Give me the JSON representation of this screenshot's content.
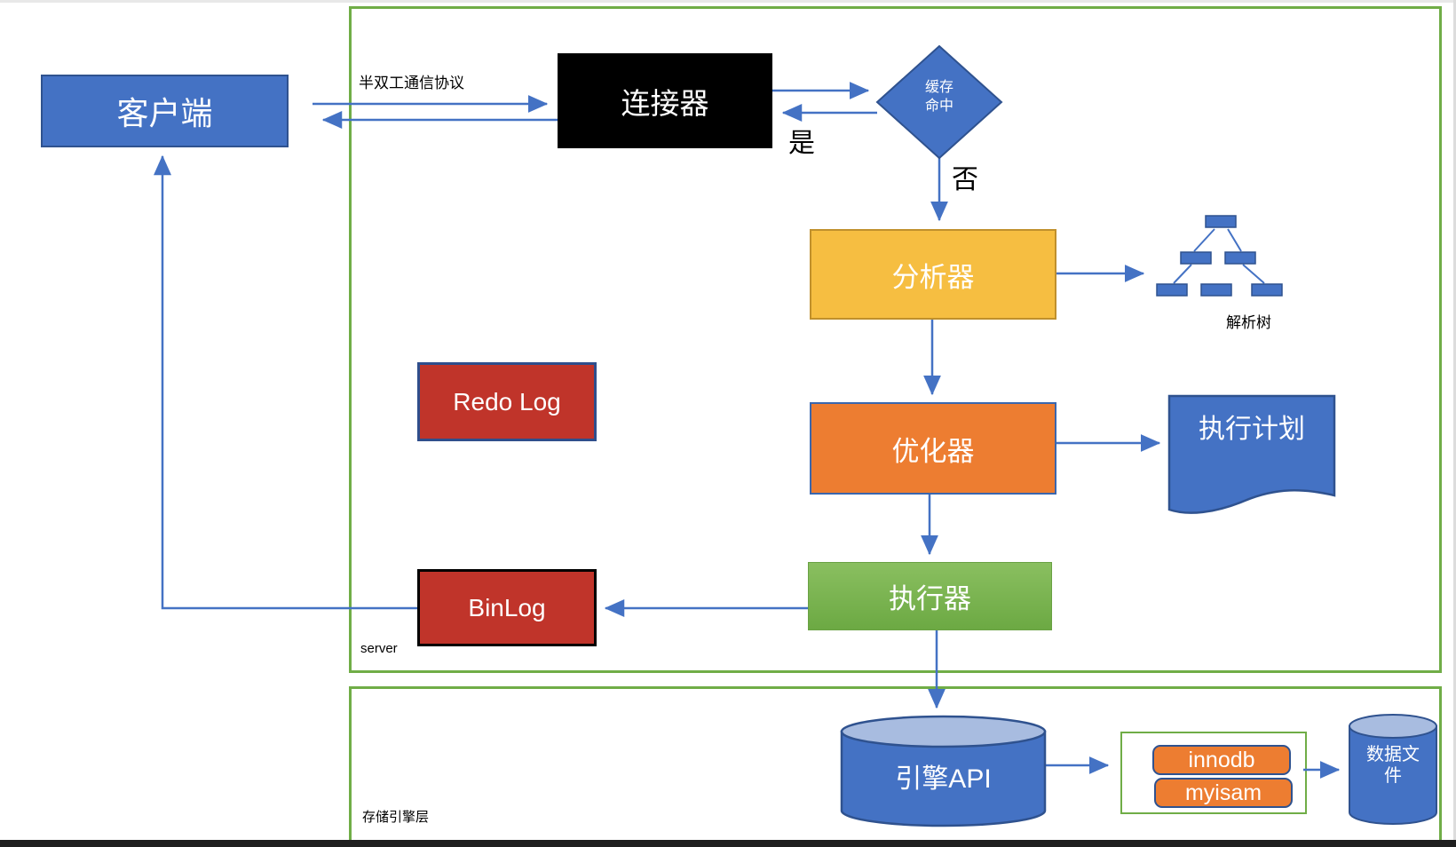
{
  "colors": {
    "accent_blue": "#4472C4",
    "border_blue": "#2F528F",
    "container_green": "#70AD47",
    "gold": "#F6BE41",
    "orange": "#ED7D31",
    "log_red": "#C0342A",
    "connector_black": "#000000"
  },
  "containers": {
    "server": {
      "label": "server"
    },
    "storage_engine": {
      "label": "存储引擎层"
    }
  },
  "nodes": {
    "client": {
      "label": "客户端"
    },
    "connector": {
      "label": "连接器"
    },
    "cache_hit": {
      "label": "缓存命中",
      "line1": "缓存",
      "line2": "命中"
    },
    "analyzer": {
      "label": "分析器"
    },
    "optimizer": {
      "label": "优化器"
    },
    "executor": {
      "label": "执行器"
    },
    "redo_log": {
      "label": "Redo Log"
    },
    "bin_log": {
      "label": "BinLog"
    },
    "execution_plan": {
      "label": "执行计划"
    },
    "engine_api": {
      "label": "引擎API"
    },
    "innodb": {
      "label": "innodb"
    },
    "myisam": {
      "label": "myisam"
    },
    "data_file": {
      "label": "数据文件",
      "line1": "数据文",
      "line2": "件"
    }
  },
  "labels": {
    "protocol": "半双工通信协议",
    "yes": "是",
    "no": "否",
    "parse_tree": "解析树"
  }
}
